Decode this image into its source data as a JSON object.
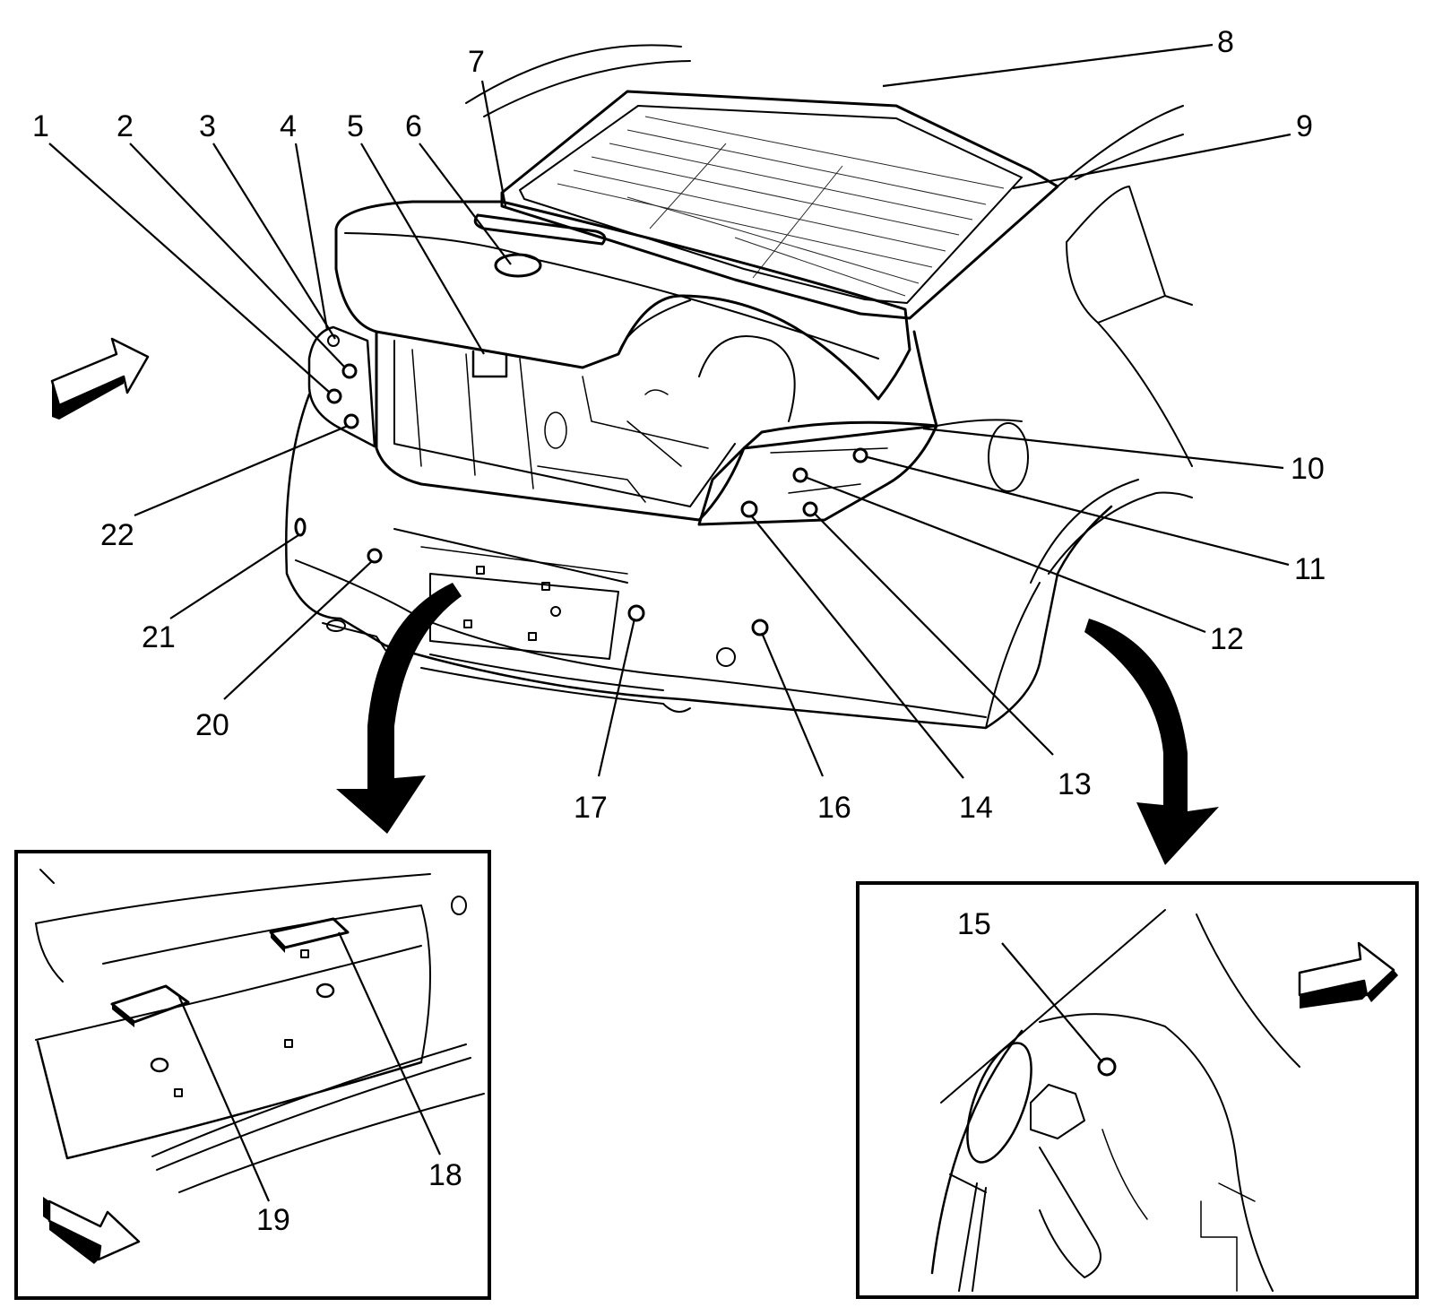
{
  "callouts": {
    "c1": "1",
    "c2": "2",
    "c3": "3",
    "c4": "4",
    "c5": "5",
    "c6": "6",
    "c7": "7",
    "c8": "8",
    "c9": "9",
    "c10": "10",
    "c11": "11",
    "c12": "12",
    "c13": "13",
    "c14": "14",
    "c15": "15",
    "c16": "16",
    "c17": "17",
    "c18": "18",
    "c19": "19",
    "c20": "20",
    "c21": "21",
    "c22": "22"
  },
  "icons": {
    "view_direction_arrows": [
      "direction-arrow-icon",
      "direction-arrow-icon",
      "direction-arrow-icon"
    ],
    "zoom_arrows": [
      "curved-arrow-icon",
      "curved-arrow-icon"
    ]
  },
  "colors": {
    "ink": "#000000",
    "background": "#ffffff"
  }
}
